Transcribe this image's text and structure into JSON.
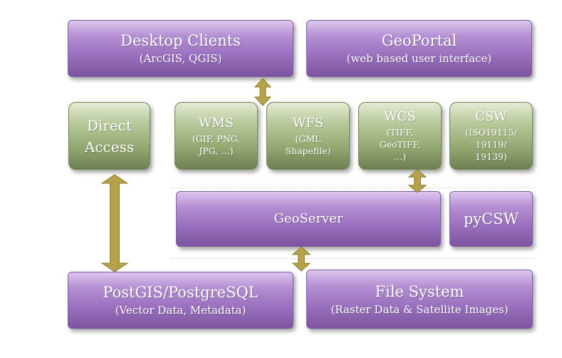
{
  "desktop_clients": {
    "title": "Desktop Clients",
    "subtitle": "(ArcGIS, QGIS)"
  },
  "geoportal": {
    "title": "GeoPortal",
    "subtitle": "(web based user interface)"
  },
  "direct_access": {
    "line1": "Direct",
    "line2": "Access"
  },
  "services": [
    {
      "title": "WMS",
      "lines": [
        "(GIF, PNG,",
        "JPG, …)"
      ]
    },
    {
      "title": "WFS",
      "lines": [
        "(GML",
        "Shapefile)"
      ]
    },
    {
      "title": "WCS",
      "lines": [
        "(TIFF,",
        "GeoTIFF,",
        "…)"
      ]
    },
    {
      "title": "CSW",
      "lines": [
        "(ISO19115/",
        "19119/",
        "19139)"
      ]
    }
  ],
  "geoserver": {
    "title": "GeoServer"
  },
  "pycsw": {
    "title": "pyCSW"
  },
  "postgis": {
    "title": "PostGIS/PostgreSQL",
    "subtitle": "(Vector Data, Metadata)"
  },
  "file_system": {
    "title": "File System",
    "subtitle": "(Raster Data & Satellite Images)"
  },
  "colors": {
    "arrow": "#b5a24a",
    "purple": "#9b72bf",
    "green": "#96ab74"
  }
}
